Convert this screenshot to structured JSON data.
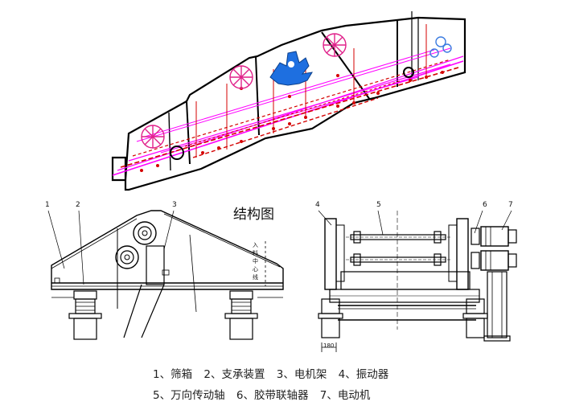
{
  "title": "结构图",
  "callouts": [
    "1",
    "2",
    "3",
    "4",
    "5",
    "6",
    "7"
  ],
  "side_note": "入料中心线",
  "dimension": "180",
  "legend": {
    "line1": [
      "1、筛箱",
      "2、支承装置",
      "3、电机架",
      "4、振动器"
    ],
    "line2": [
      "5、万向传动轴",
      "6、胶带联轴器",
      "7、电动机"
    ]
  },
  "colors": {
    "outline": "#000000",
    "section_magenta": "#ff00ff",
    "section_red": "#d40000",
    "motor_blue": "#1e6fe0",
    "rotor_pink": "#e0218a"
  }
}
